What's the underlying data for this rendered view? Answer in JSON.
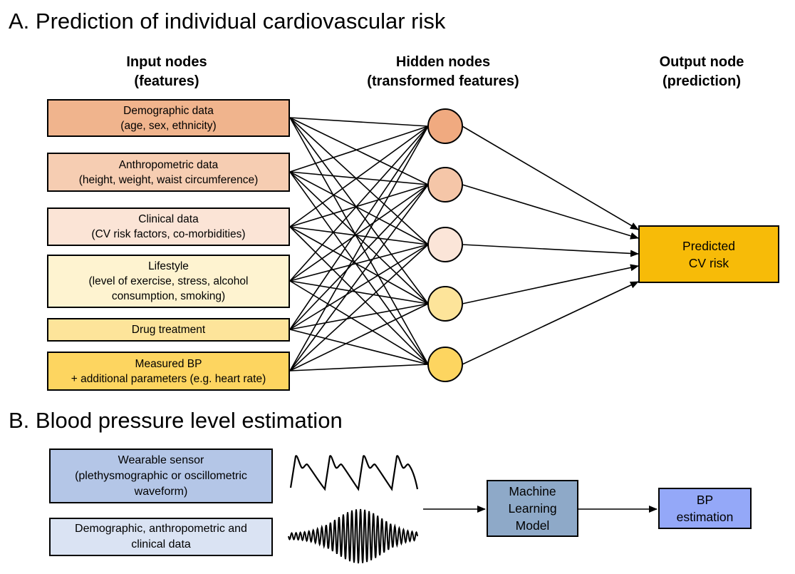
{
  "section_a": {
    "title": "A. Prediction of individual cardiovascular risk",
    "headers": {
      "input": [
        "Input nodes",
        "(features)"
      ],
      "hidden": [
        "Hidden nodes",
        "(transformed features)"
      ],
      "output": [
        "Output node",
        "(prediction)"
      ]
    },
    "inputs": [
      {
        "lines": [
          "Demographic data",
          "(age, sex, ethnicity)"
        ],
        "color": "#f0b48d"
      },
      {
        "lines": [
          "Anthropometric data",
          "(height, weight, waist circumference)"
        ],
        "color": "#f6cdb2"
      },
      {
        "lines": [
          "Clinical data",
          "(CV risk factors, co-morbidities)"
        ],
        "color": "#fbe4d6"
      },
      {
        "lines": [
          "Lifestyle",
          "(level of exercise, stress, alcohol",
          "consumption, smoking)"
        ],
        "color": "#fef3d0"
      },
      {
        "lines": [
          "Drug treatment"
        ],
        "color": "#fde49a"
      },
      {
        "lines": [
          "Measured BP",
          "+ additional parameters (e.g. heart rate)"
        ],
        "color": "#fdd560"
      }
    ],
    "hidden_colors": [
      "#f0aa80",
      "#f5c6a8",
      "#fbe5d8",
      "#fde49a",
      "#fdd560"
    ],
    "output": {
      "lines": [
        "Predicted",
        "CV risk"
      ],
      "color": "#f7bb08"
    }
  },
  "section_b": {
    "title": "B. Blood pressure level estimation",
    "inputs": [
      {
        "lines": [
          "Wearable sensor",
          "(plethysmographic or oscillometric",
          "waveform)"
        ],
        "color": "#b4c6e7"
      },
      {
        "lines": [
          "Demographic, anthropometric and",
          "clinical data"
        ],
        "color": "#dae3f3"
      }
    ],
    "model": {
      "lines": [
        "Machine",
        "Learning",
        "Model"
      ],
      "color": "#8ea9c8"
    },
    "output": {
      "lines": [
        "BP",
        "estimation"
      ],
      "color": "#94a8f8"
    }
  }
}
